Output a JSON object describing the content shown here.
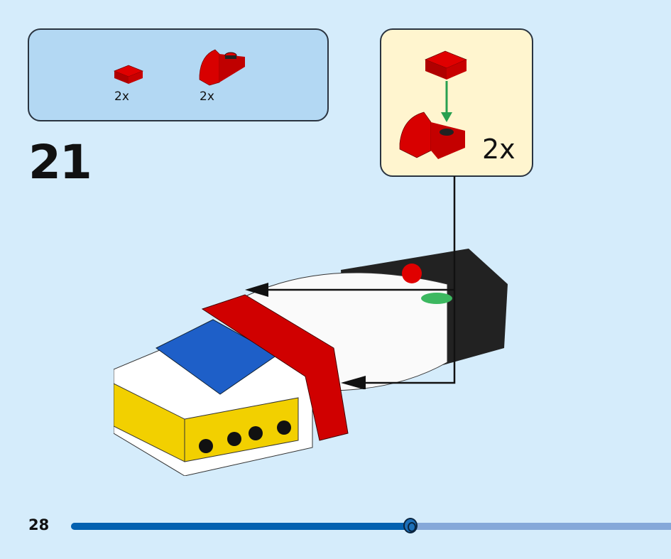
{
  "parts_list": {
    "items": [
      {
        "name": "red-tile-1x1",
        "quantity": "2x"
      },
      {
        "name": "red-curved-slope-with-plate",
        "quantity": "2x"
      }
    ]
  },
  "step_number": "21",
  "callout": {
    "quantity": "2x"
  },
  "footer": {
    "page_number": "28",
    "progress": 0.567
  },
  "colors": {
    "background": "#d5ecfb",
    "parts_panel": "#b3d8f3",
    "callout": "#fff5cf",
    "brick_red": "#d80000",
    "progress": "#0461b0"
  }
}
